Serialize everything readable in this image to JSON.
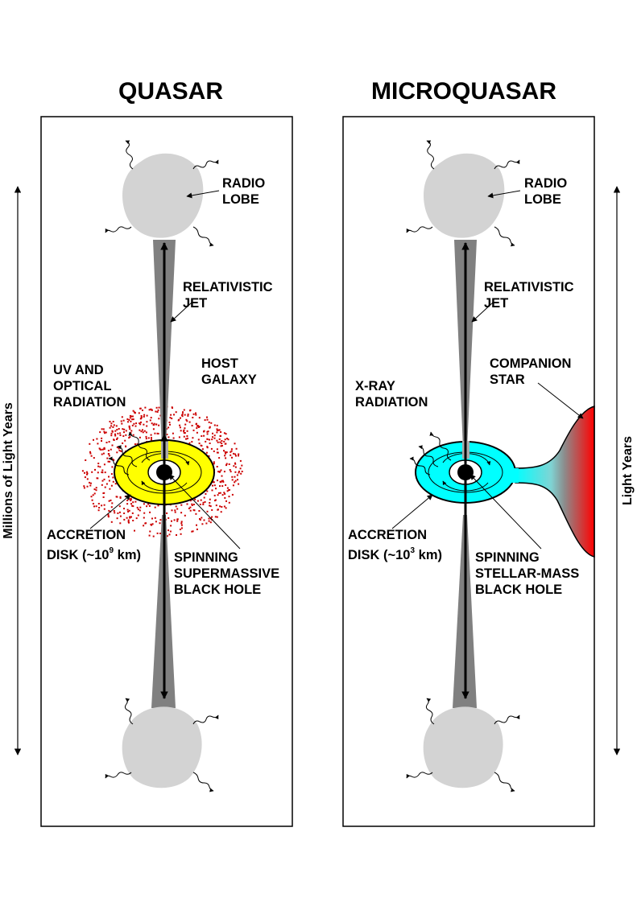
{
  "quasar": {
    "title": "QUASAR",
    "radio_lobe": [
      "RADIO",
      "LOBE"
    ],
    "jet": [
      "RELATIVISTIC",
      "JET"
    ],
    "radiation": [
      "UV AND",
      "OPTICAL",
      "RADIATION"
    ],
    "host": [
      "HOST",
      "GALAXY"
    ],
    "disk_line1": "ACCRETION",
    "disk_prefix": "DISK (~10",
    "disk_exp": "9",
    "disk_suffix": " km)",
    "black_hole": [
      "SPINNING",
      "SUPERMASSIVE",
      "BLACK HOLE"
    ],
    "axis_label": "Millions of Light Years"
  },
  "microquasar": {
    "title": "MICROQUASAR",
    "radio_lobe": [
      "RADIO",
      "LOBE"
    ],
    "jet": [
      "RELATIVISTIC",
      "JET"
    ],
    "radiation": [
      "X-RAY",
      "RADIATION"
    ],
    "companion": [
      "COMPANION",
      "STAR"
    ],
    "disk_line1": "ACCRETION",
    "disk_prefix": "DISK (~10",
    "disk_exp": "3",
    "disk_suffix": " km)",
    "black_hole": [
      "SPINNING",
      "STELLAR-MASS",
      "BLACK HOLE"
    ],
    "axis_label": "Light Years"
  },
  "colors": {
    "lobe": "#d3d3d3",
    "jet": "#808080",
    "quasar_disk": "#ffff00",
    "microquasar_disk": "#00ffff",
    "host_dots": "#cc0000",
    "companion_star": "#ff0000"
  }
}
